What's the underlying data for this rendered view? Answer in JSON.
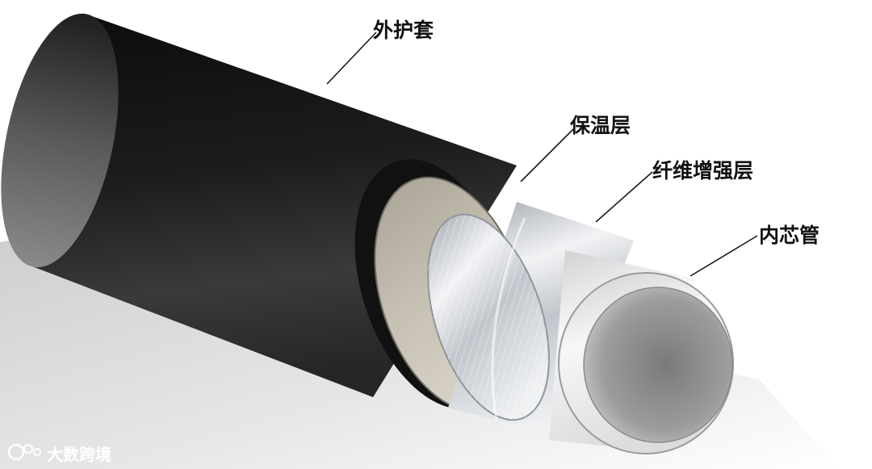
{
  "labels": {
    "outer_jacket": "外护套",
    "insulation": "保温层",
    "fiber_layer": "纤维增强层",
    "inner_pipe": "内芯管"
  },
  "watermark": {
    "text": "大数跨境"
  },
  "colors": {
    "jacket": "#141414",
    "insulation": "#b9b3a6",
    "fiber": "#d6d9de",
    "inner_pipe": "#e9e9e9",
    "floor": "#d2d2d2"
  }
}
